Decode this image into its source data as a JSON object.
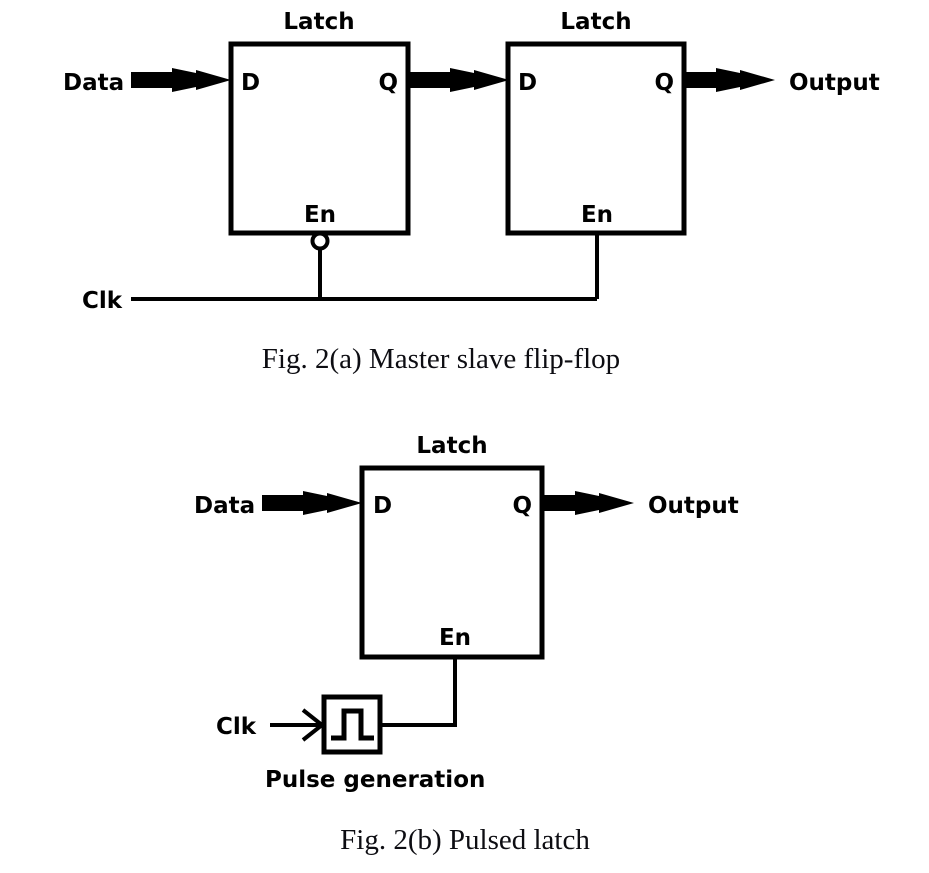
{
  "figure": {
    "background_color": "#ffffff",
    "ink_color": "#000000",
    "panels": [
      {
        "id": "panel-a",
        "caption": "Fig. 2(a) Master slave flip-flop",
        "blocks": [
          {
            "id": "master-latch",
            "title": "Latch",
            "ports": {
              "d": "D",
              "q": "Q",
              "en": "En"
            },
            "enable_inverted": true
          },
          {
            "id": "slave-latch",
            "title": "Latch",
            "ports": {
              "d": "D",
              "q": "Q",
              "en": "En"
            },
            "enable_inverted": false
          }
        ],
        "signals": {
          "data_in": "Data",
          "output": "Output",
          "clock": "Clk"
        }
      },
      {
        "id": "panel-b",
        "caption": "Fig. 2(b) Pulsed latch",
        "blocks": [
          {
            "id": "pulsed-latch",
            "title": "Latch",
            "ports": {
              "d": "D",
              "q": "Q",
              "en": "En"
            },
            "enable_inverted": false
          },
          {
            "id": "pulse-generator",
            "title": "Pulse generation",
            "glyph": "pulse-waveform"
          }
        ],
        "signals": {
          "data_in": "Data",
          "output": "Output",
          "clock": "Clk"
        }
      }
    ]
  }
}
